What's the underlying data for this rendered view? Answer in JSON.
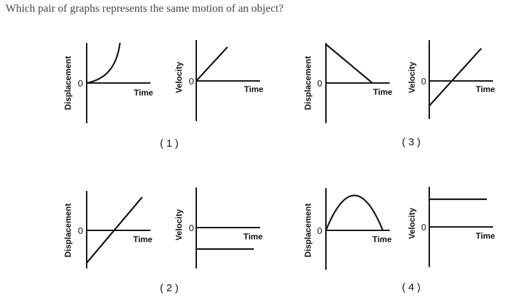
{
  "question": "Which pair of graphs represents the same motion of an object?",
  "axis_labels": {
    "time": "Time",
    "displacement": "Displacement",
    "velocity": "Velocity",
    "zero": "0"
  },
  "options": [
    {
      "number": "( 1 )",
      "displacement_graph": "upward-curving",
      "velocity_graph": "increasing-from-zero"
    },
    {
      "number": "( 2 )",
      "displacement_graph": "increasing-line-crossing-zero",
      "velocity_graph": "constant-negative"
    },
    {
      "number": "( 3 )",
      "displacement_graph": "decreasing-line-to-zero",
      "velocity_graph": "increasing-line-crossing-zero"
    },
    {
      "number": "( 4 )",
      "displacement_graph": "parabola-arch",
      "velocity_graph": "constant-positive"
    }
  ]
}
